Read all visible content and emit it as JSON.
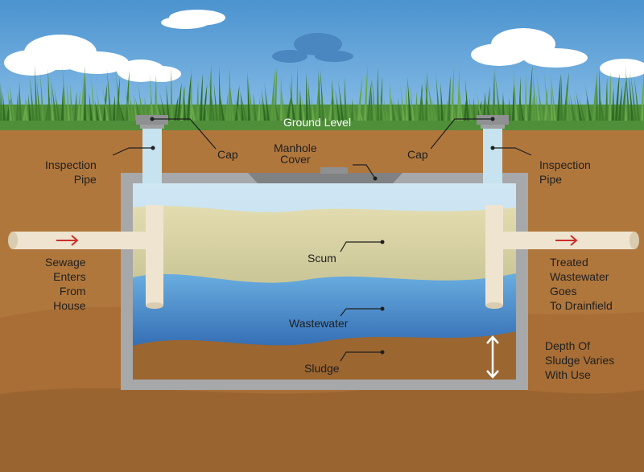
{
  "diagram": {
    "labels": {
      "ground_level": "Ground Level",
      "cap_left": "Cap",
      "cap_right": "Cap",
      "manhole_cover": [
        "Manhole",
        "Cover"
      ],
      "inspection_pipe_left": [
        "Inspection",
        "Pipe"
      ],
      "inspection_pipe_right": [
        "Inspection",
        "Pipe"
      ],
      "sewage_in": [
        "Sewage",
        "Enters",
        "From",
        "House"
      ],
      "treated_out": [
        "Treated",
        "Wastewater",
        "Goes",
        "To Drainfield"
      ],
      "scum": "Scum",
      "wastewater": "Wastewater",
      "sludge": "Sludge",
      "depth_note": [
        "Depth Of",
        "Sludge Varies",
        "With Use"
      ]
    },
    "colors": {
      "sky": "#5aa0d6",
      "grass": "#4f8f3a",
      "soil": "#b0773d",
      "soil_dark": "#9a6430",
      "tank_wall": "#a6a8aa",
      "scum": "#cfc99a",
      "water": "#3f7fc0",
      "sludge": "#9c6630",
      "pipe": "#eee4d0",
      "flow_arrow": "#c9302c"
    },
    "icons": [
      "cloud-icon",
      "grass-icon",
      "flow-arrow-icon",
      "double-arrow-icon"
    ]
  }
}
